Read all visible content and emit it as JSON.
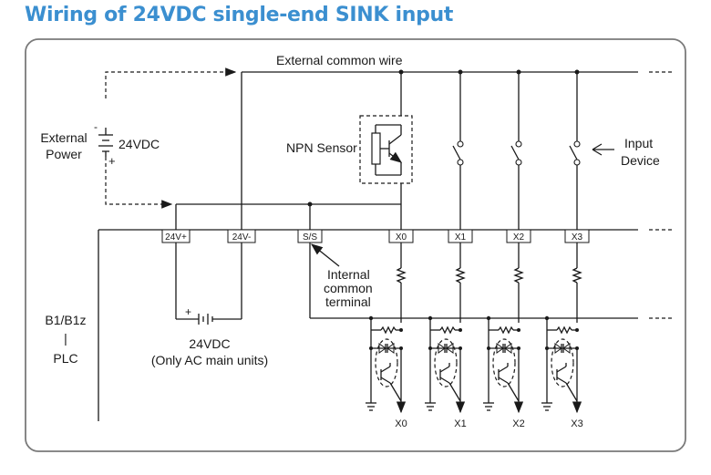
{
  "title": "Wiring of 24VDC single-end SINK input",
  "labels": {
    "external_common_wire": "External common wire",
    "external_power": [
      "External",
      "Power"
    ],
    "dc24": "24VDC",
    "npn_sensor": "NPN Sensor",
    "input_device": [
      "Input",
      "Device"
    ],
    "internal_common": [
      "Internal",
      "common",
      "terminal"
    ],
    "plc": [
      "B1/B1z",
      "|",
      "PLC"
    ],
    "ac_units": [
      "24VDC",
      "(Only AC main units)"
    ]
  },
  "terminals": [
    "24V+",
    "24V-",
    "S/S",
    "X0",
    "X1",
    "X2",
    "X3"
  ],
  "outputs": [
    "X0",
    "X1",
    "X2",
    "X3"
  ],
  "colors": {
    "title": "#3b8fd0",
    "frame": "#7a7a7a",
    "line": "#1a1a1a"
  }
}
